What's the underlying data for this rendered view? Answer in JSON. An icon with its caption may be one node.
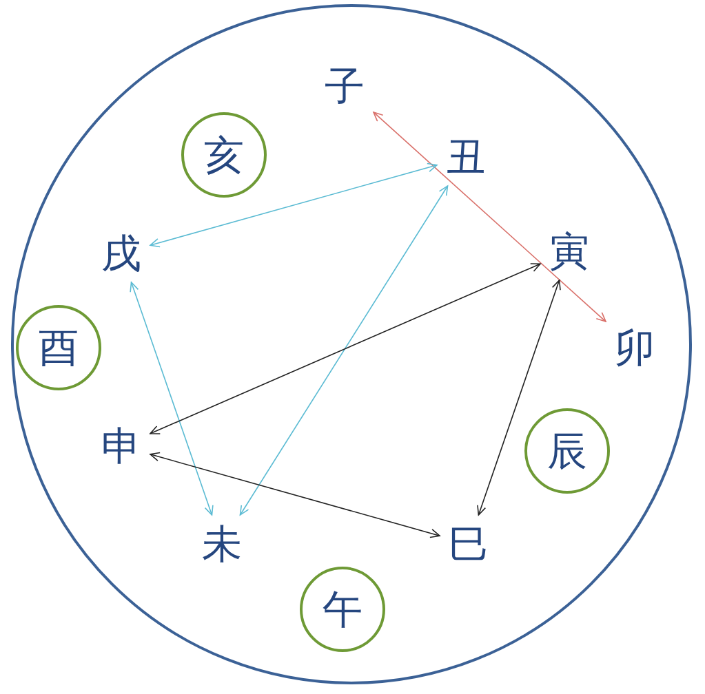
{
  "diagram": {
    "nodes": [
      {
        "text": [
          "子"
        ]
      },
      {
        "text": [
          "丑"
        ]
      },
      {
        "text": [
          "寅"
        ]
      },
      {
        "text": [
          "卯"
        ]
      },
      {
        "text": [
          "辰"
        ]
      },
      {
        "text": [
          "巳"
        ]
      },
      {
        "text": [
          "午"
        ]
      },
      {
        "text": [
          "未"
        ]
      },
      {
        "text": [
          "申"
        ]
      },
      {
        "text": [
          "酉"
        ]
      },
      {
        "text": [
          "戌"
        ]
      },
      {
        "text": [
          "亥"
        ]
      }
    ],
    "edges": [
      {
        "from": 0,
        "to": 3,
        "arrow": "both",
        "color": "#d9706a"
      },
      {
        "from": 1,
        "to": 10,
        "arrow": "both",
        "color": "#5bbbd3"
      },
      {
        "from": 1,
        "to": 7,
        "arrow": "both",
        "color": "#5bbbd3"
      },
      {
        "from": 10,
        "to": 7,
        "arrow": "both",
        "color": "#5bbbd3"
      },
      {
        "from": 2,
        "to": 8,
        "arrow": "both",
        "color": "#222222"
      },
      {
        "from": 8,
        "to": 5,
        "arrow": "both",
        "color": "#222222"
      },
      {
        "from": 2,
        "to": 5,
        "arrow": "both",
        "color": "#222222"
      }
    ]
  }
}
